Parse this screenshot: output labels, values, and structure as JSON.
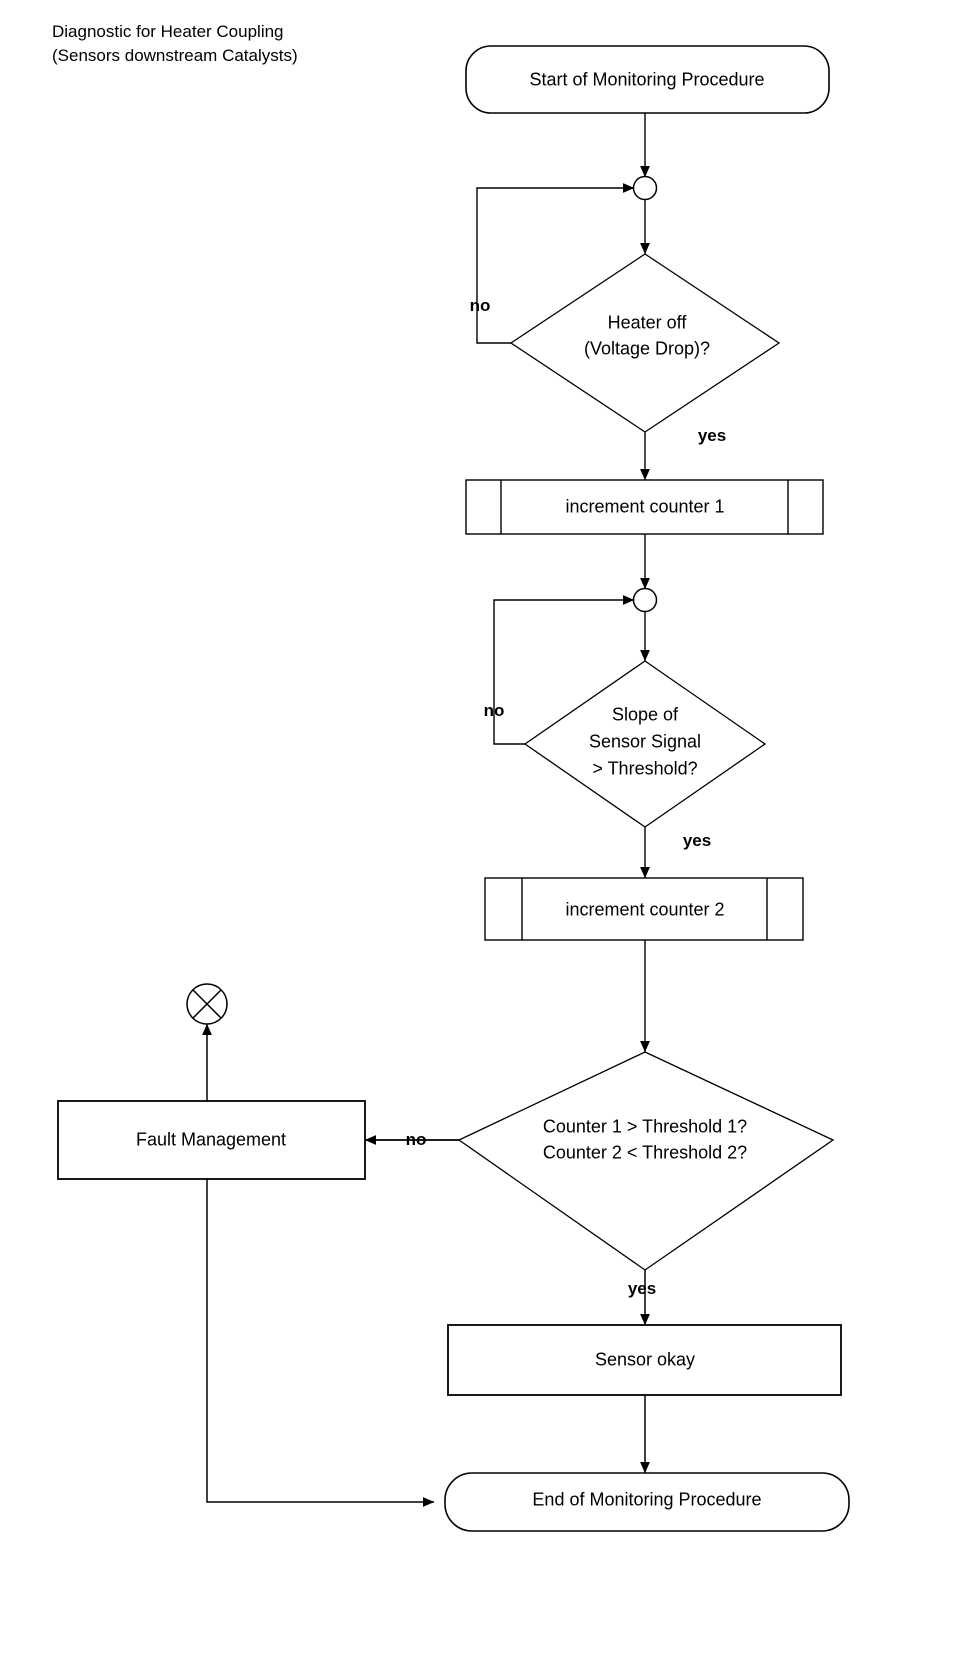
{
  "diagram": {
    "title_line1": "Diagnostic for Heater Coupling",
    "title_line2": "(Sensors downstream Catalysts)",
    "stroke_color": "#000000",
    "fill_color": "#ffffff",
    "background": "#ffffff",
    "type": "flowchart"
  },
  "nodes": {
    "start": {
      "label": "Start of Monitoring Procedure",
      "shape": "rounded-rectangle"
    },
    "merge1": {
      "label": "",
      "shape": "circle-junction"
    },
    "decision1": {
      "line1": "Heater off",
      "line2": "(Voltage Drop)?",
      "shape": "diamond"
    },
    "action1": {
      "label": "increment counter 1",
      "shape": "predefined-process"
    },
    "merge2": {
      "label": "",
      "shape": "circle-junction"
    },
    "decision2": {
      "line1": "Slope of",
      "line2": "Sensor Signal",
      "line3": "> Threshold?",
      "shape": "diamond"
    },
    "action2": {
      "label": "increment counter 2",
      "shape": "predefined-process"
    },
    "decision3": {
      "line1": "Counter 1 > Threshold 1?",
      "line2": "Counter 2 < Threshold 2?",
      "shape": "diamond"
    },
    "fault": {
      "label": "Fault Management",
      "shape": "rectangle"
    },
    "flow_final": {
      "label": "",
      "shape": "circled-x-terminator"
    },
    "sensor_okay": {
      "label": "Sensor okay",
      "shape": "rectangle"
    },
    "end": {
      "label": "End of Monitoring Procedure",
      "shape": "rounded-rectangle"
    }
  },
  "edge_labels": {
    "d1_no": "no",
    "d1_yes": "yes",
    "d2_no": "no",
    "d2_yes": "yes",
    "d3_no": "no",
    "d3_yes": "yes"
  }
}
